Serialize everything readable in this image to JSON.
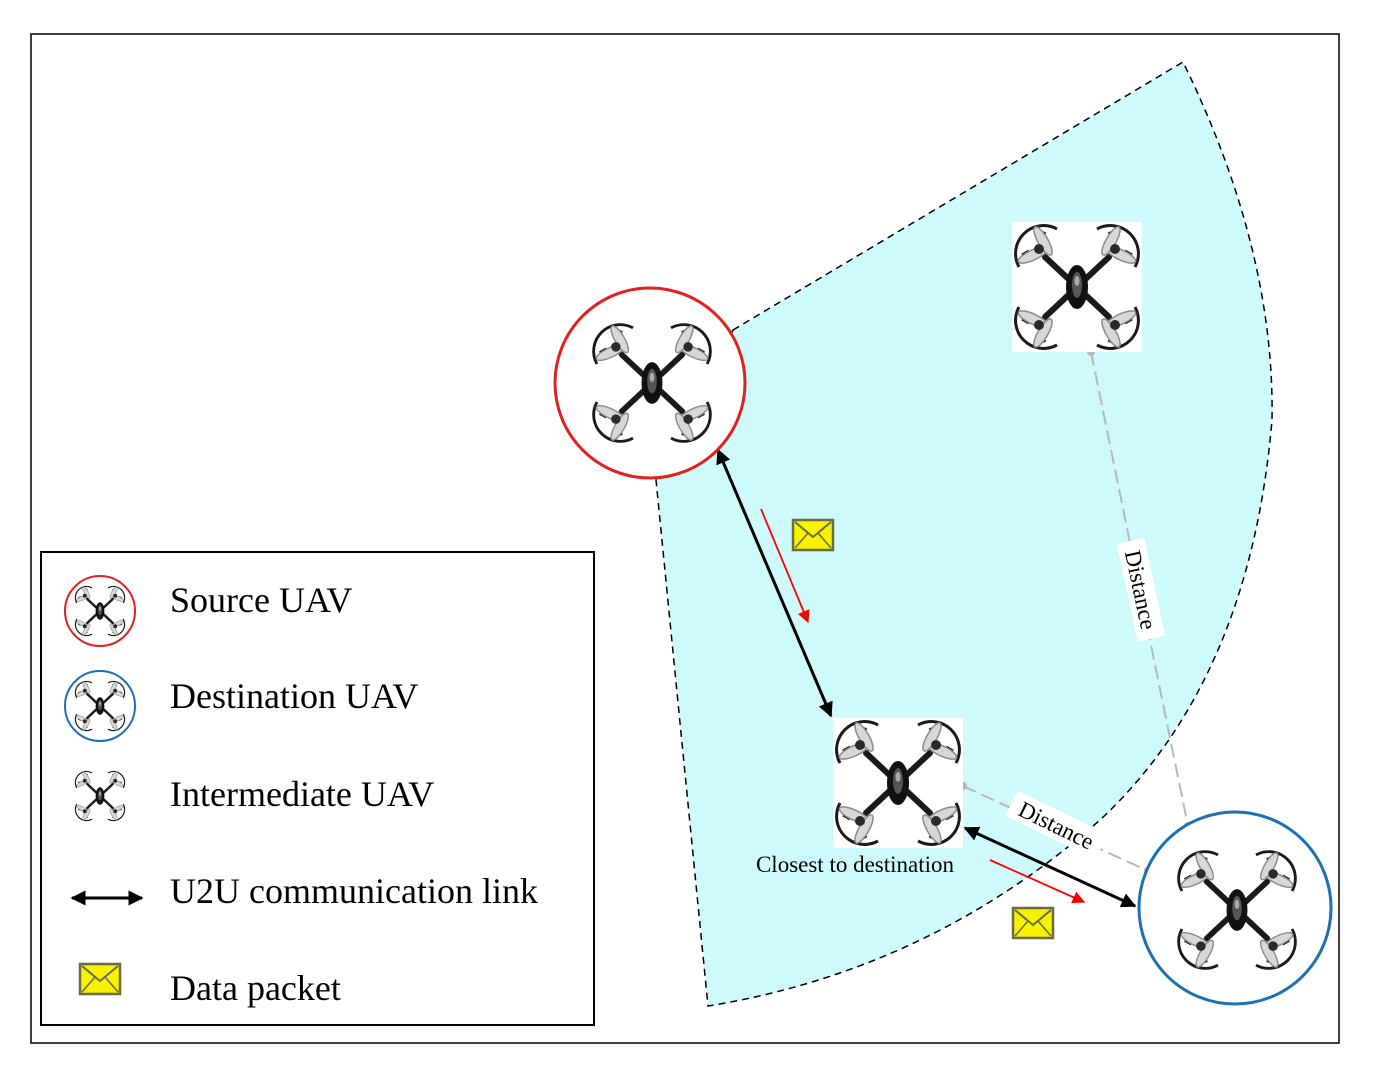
{
  "legend": {
    "items": [
      {
        "label": "Source UAV",
        "icon": "source-uav-icon",
        "ring_color": "#e0211f"
      },
      {
        "label": "Destination UAV",
        "icon": "destination-uav-icon",
        "ring_color": "#1f6fb4"
      },
      {
        "label": "Intermediate UAV",
        "icon": "intermediate-uav-icon"
      },
      {
        "label": "U2U communication link",
        "icon": "double-arrow-icon"
      },
      {
        "label": "Data packet",
        "icon": "envelope-icon"
      }
    ]
  },
  "diagram": {
    "closest_label": "Closest to destination",
    "distance_label_1": "Distance",
    "distance_label_2": "Distance"
  },
  "colors": {
    "sector_fill": "#cffafc",
    "source_ring": "#e0211f",
    "destination_ring": "#1f6fb4",
    "packet_fill": "#f7f200",
    "data_flow_arrow": "#ff0000",
    "link_arrow": "#000000",
    "distance_line": "#b8b8b8"
  }
}
